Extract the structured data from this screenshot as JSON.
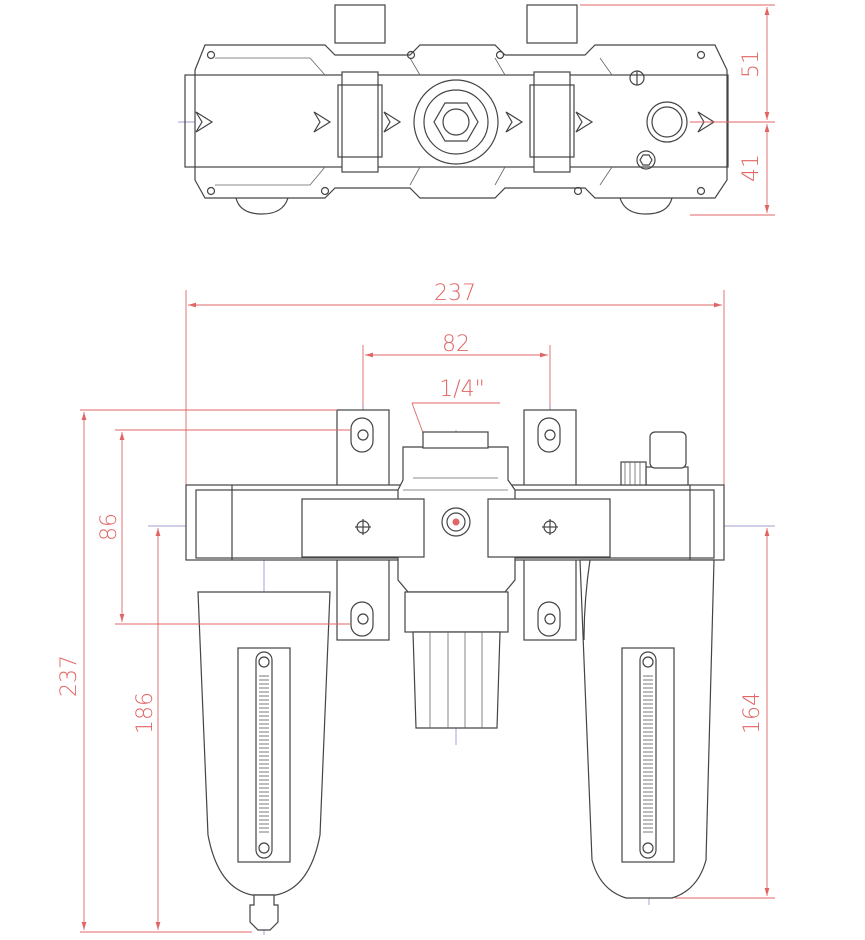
{
  "colors": {
    "dimension": "#e06666",
    "outline": "#444444",
    "centerline": "#7f7fc8",
    "background": "#ffffff"
  },
  "dimensions": {
    "top_depth_upper": "51",
    "top_depth_lower": "41",
    "overall_width": "237",
    "bracket_spacing": "82",
    "port_size": "1/4\"",
    "bracket_height": "86",
    "overall_height": "237",
    "filter_height": "186",
    "lubricator_height": "164"
  },
  "icons": {
    "flow_arrow": "flow-arrow-icon",
    "mount_hole": "mount-hole-icon"
  }
}
